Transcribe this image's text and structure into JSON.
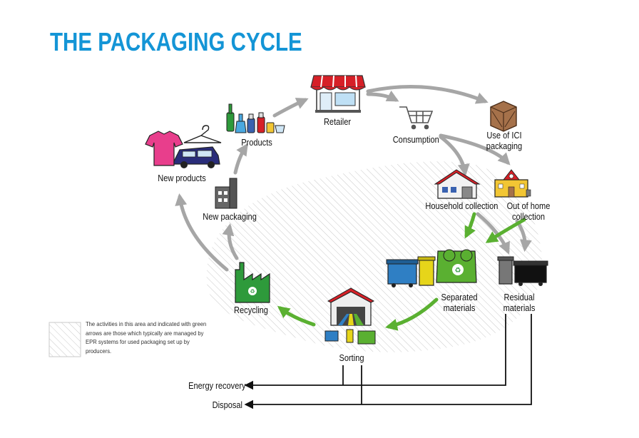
{
  "title": "THE PACKAGING CYCLE",
  "nodes": {
    "retailer": "Retailer",
    "consumption": "Consumption",
    "ici": [
      "Use of ICI",
      "packaging"
    ],
    "products": "Products",
    "new_products": "New products",
    "new_packaging": "New packaging",
    "household": "Household collection",
    "out_of_home": [
      "Out of home",
      "collection"
    ],
    "separated": [
      "Separated",
      "materials"
    ],
    "residual": [
      "Residual",
      "materials"
    ],
    "recycling": "Recycling",
    "sorting": "Sorting",
    "energy": "Energy recovery",
    "disposal": "Disposal"
  },
  "note": "The activities in this area and indicated with green arrows are those which typically are managed by EPR systems for used packaging set up by producers.",
  "colors": {
    "title": "#1495d6",
    "gray_arrow": "#a6a6a6",
    "green_arrow": "#5ab031",
    "recycle_green": "#2e9a3b",
    "bin_blue": "#2f7fc4",
    "bin_yellow": "#e6d51a",
    "retailer_red": "#d62027"
  }
}
